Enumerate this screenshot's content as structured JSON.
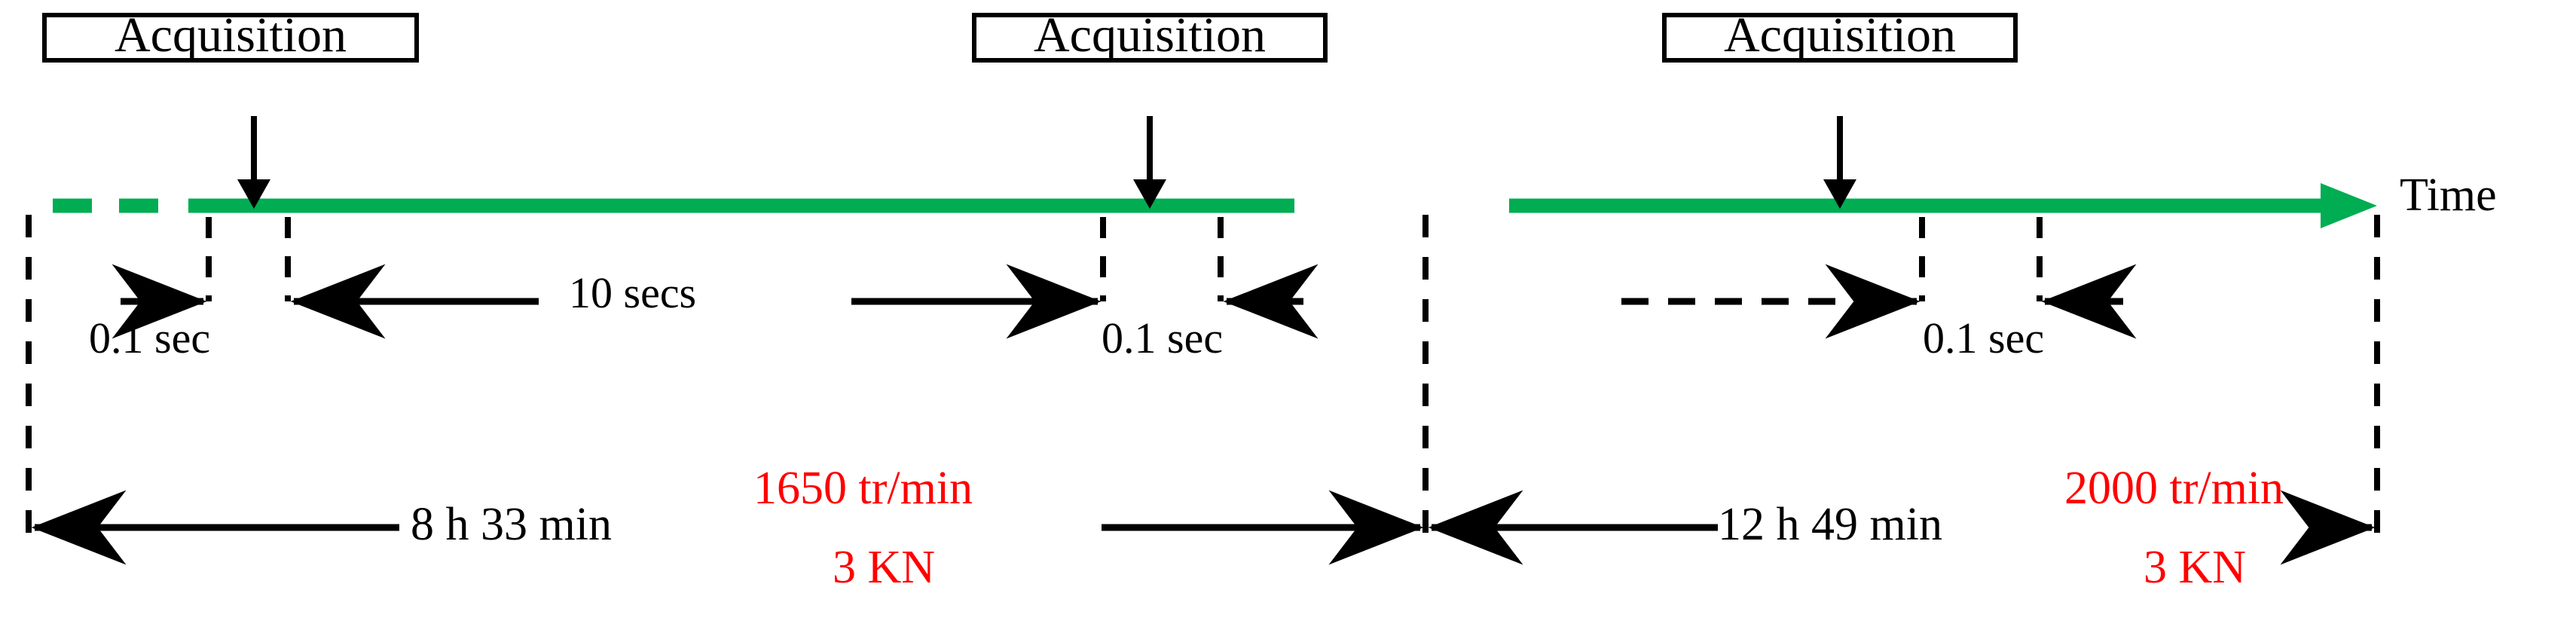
{
  "diagram": {
    "title_axis_label": "Time",
    "boxes": [
      {
        "label": "Acquisition"
      },
      {
        "label": "Acquisition"
      },
      {
        "label": "Acquisition"
      }
    ],
    "segment_one": {
      "sample_left_label": "0.1 sec",
      "gap_label": "10 secs",
      "sample_right_label": "0.1 sec",
      "duration_label": "8 h 33 min",
      "speed_label": "1650 tr/min",
      "load_label": "3 KN"
    },
    "segment_two": {
      "sample_label": "0.1 sec",
      "duration_label": "12 h 49 min",
      "speed_label": "2000 tr/min",
      "load_label": "3 KN"
    },
    "colors": {
      "timeline": "#00AD52",
      "annotation": "#FF0000",
      "ink": "#000000",
      "background": "#FFFFFF"
    }
  }
}
